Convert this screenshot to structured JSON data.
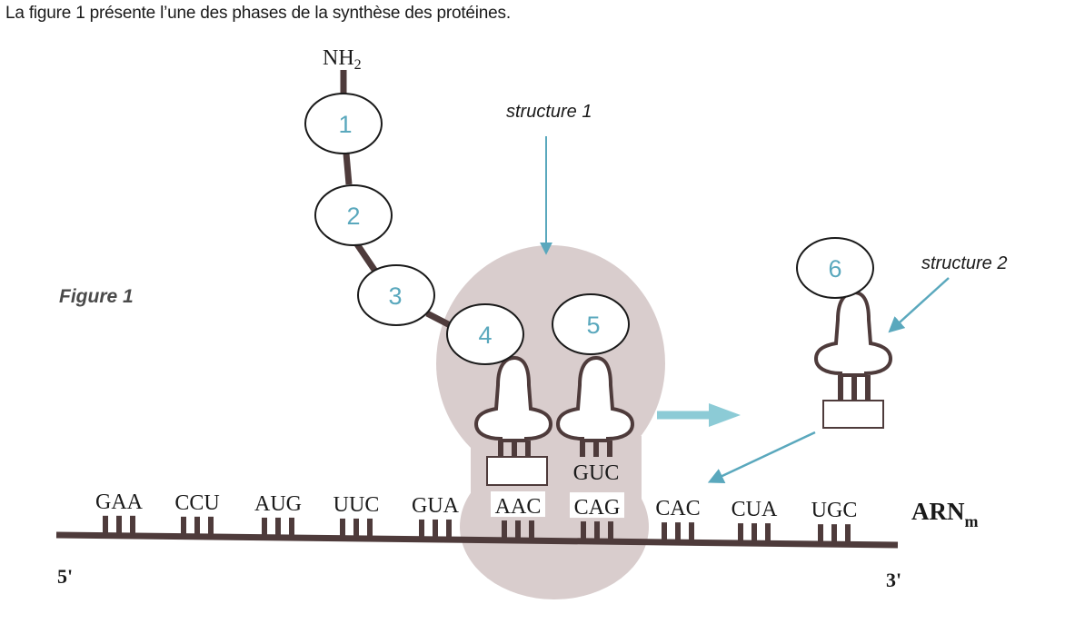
{
  "intro_text": "La figure 1 présente l’une des phases de la synthèse des protéines.",
  "figure_label": "Figure 1",
  "labels": {
    "nh2_main": "NH",
    "nh2_sub": "2",
    "structure1": "structure 1",
    "structure2": "structure 2",
    "arn_main": "ARN",
    "arn_sub": "m",
    "five_prime": "5'",
    "three_prime": "3'"
  },
  "amino_acids": [
    "1",
    "2",
    "3",
    "4",
    "5",
    "6"
  ],
  "codons": [
    "GAA",
    "CCU",
    "AUG",
    "UUC",
    "GUA",
    "AAC",
    "CAG",
    "CAC",
    "CUA",
    "UGC"
  ],
  "anticodon": "GUC",
  "colors": {
    "teal": "#5aa8bd",
    "strand": "#4e3b3b",
    "ribosome": "#d9cdcd",
    "ink": "#1a1a1a"
  }
}
